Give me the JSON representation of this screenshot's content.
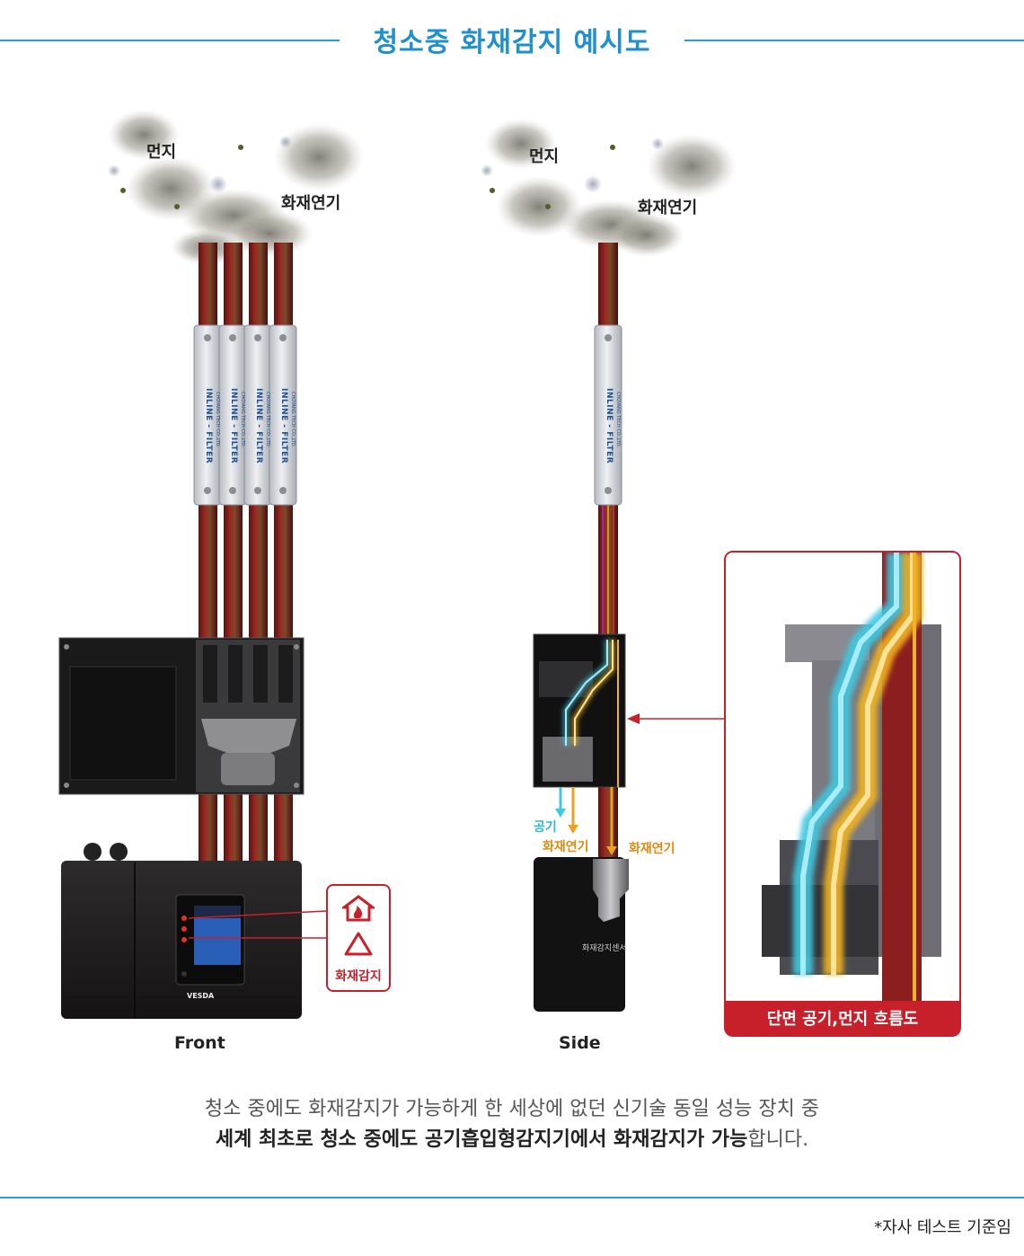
{
  "header": {
    "title": "청소중 화재감지 예시도"
  },
  "front": {
    "dust_label": "먼지",
    "smoke_label": "화재연기",
    "filter_label": "INLINE - FILTER",
    "filter_sub": "CHOYANG TECH CO.,LTD.",
    "brand": "VESDA",
    "caption": "Front",
    "alarm_label": "화재감지"
  },
  "side": {
    "dust_label": "먼지",
    "smoke_label": "화재연기",
    "filter_label": "INLINE - FILTER",
    "filter_sub": "CHOYANG TECH CO.,LTD.",
    "air_label": "공기",
    "smoke_out_label": "화재연기",
    "smoke_main_label": "화재연기",
    "sensor_label": "화재감지센서",
    "caption": "Side"
  },
  "cross_section": {
    "label": "단면 공기,먼지 흐름도"
  },
  "description": {
    "line1": "청소 중에도 화재감지가 가능하게 한 세상에 없던 신기술 동일 성능 장치 중",
    "line2_bold": "세계 최초로  청소 중에도 공기흡입형감지기에서 화재감지가 가능",
    "line2_tail": "합니다."
  },
  "footnote": "*자사 테스트 기준임",
  "colors": {
    "accent_blue": "#1f8fd0",
    "pipe_red": "#8b1e1e",
    "alert_red": "#c8202a",
    "air_cyan": "#3fc8e0",
    "smoke_yellow": "#f0b323"
  }
}
